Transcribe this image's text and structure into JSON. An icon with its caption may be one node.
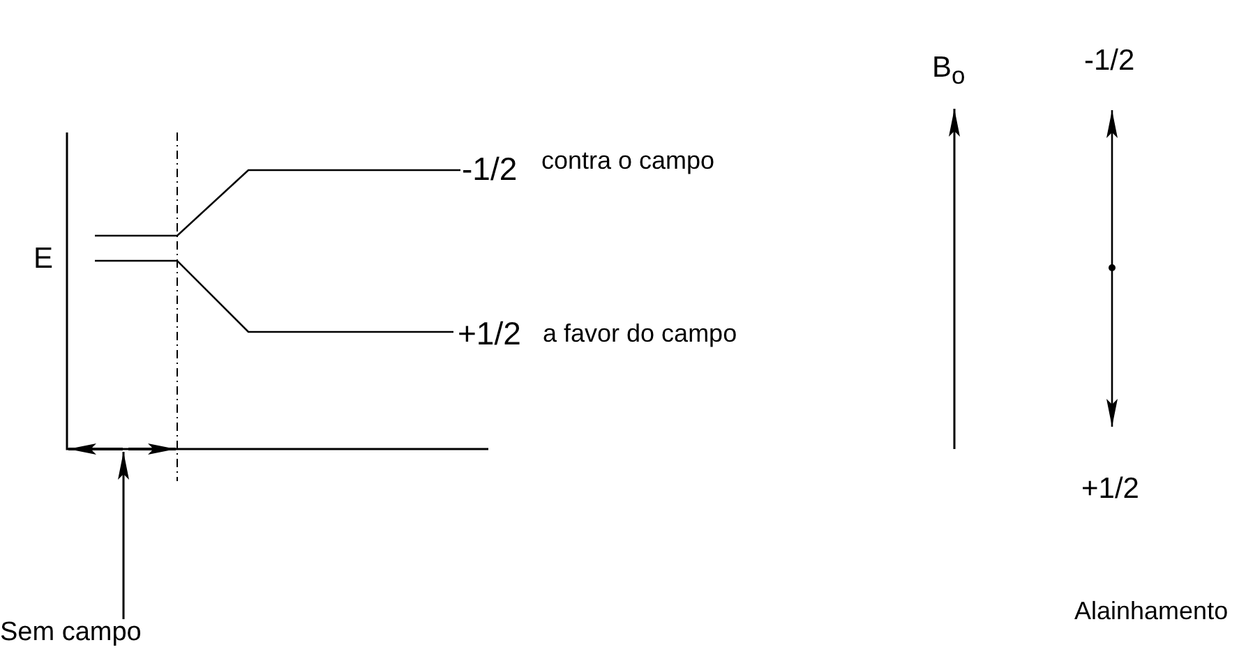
{
  "diagram": {
    "nodes": [
      {
        "text": [
          "Sem campo"
        ]
      },
      {
        "text": [],
        "shape": "arrow"
      }
    ],
    "edges": [
      {
        "from": 0,
        "to": 1,
        "arrow": "to"
      }
    ],
    "labels": [
      "E",
      "-1/2",
      "contra o campo",
      "+1/2",
      "a favor do campo",
      "B$_{o}$",
      "-1/2",
      "+1/2",
      "Alainhamento"
    ]
  }
}
